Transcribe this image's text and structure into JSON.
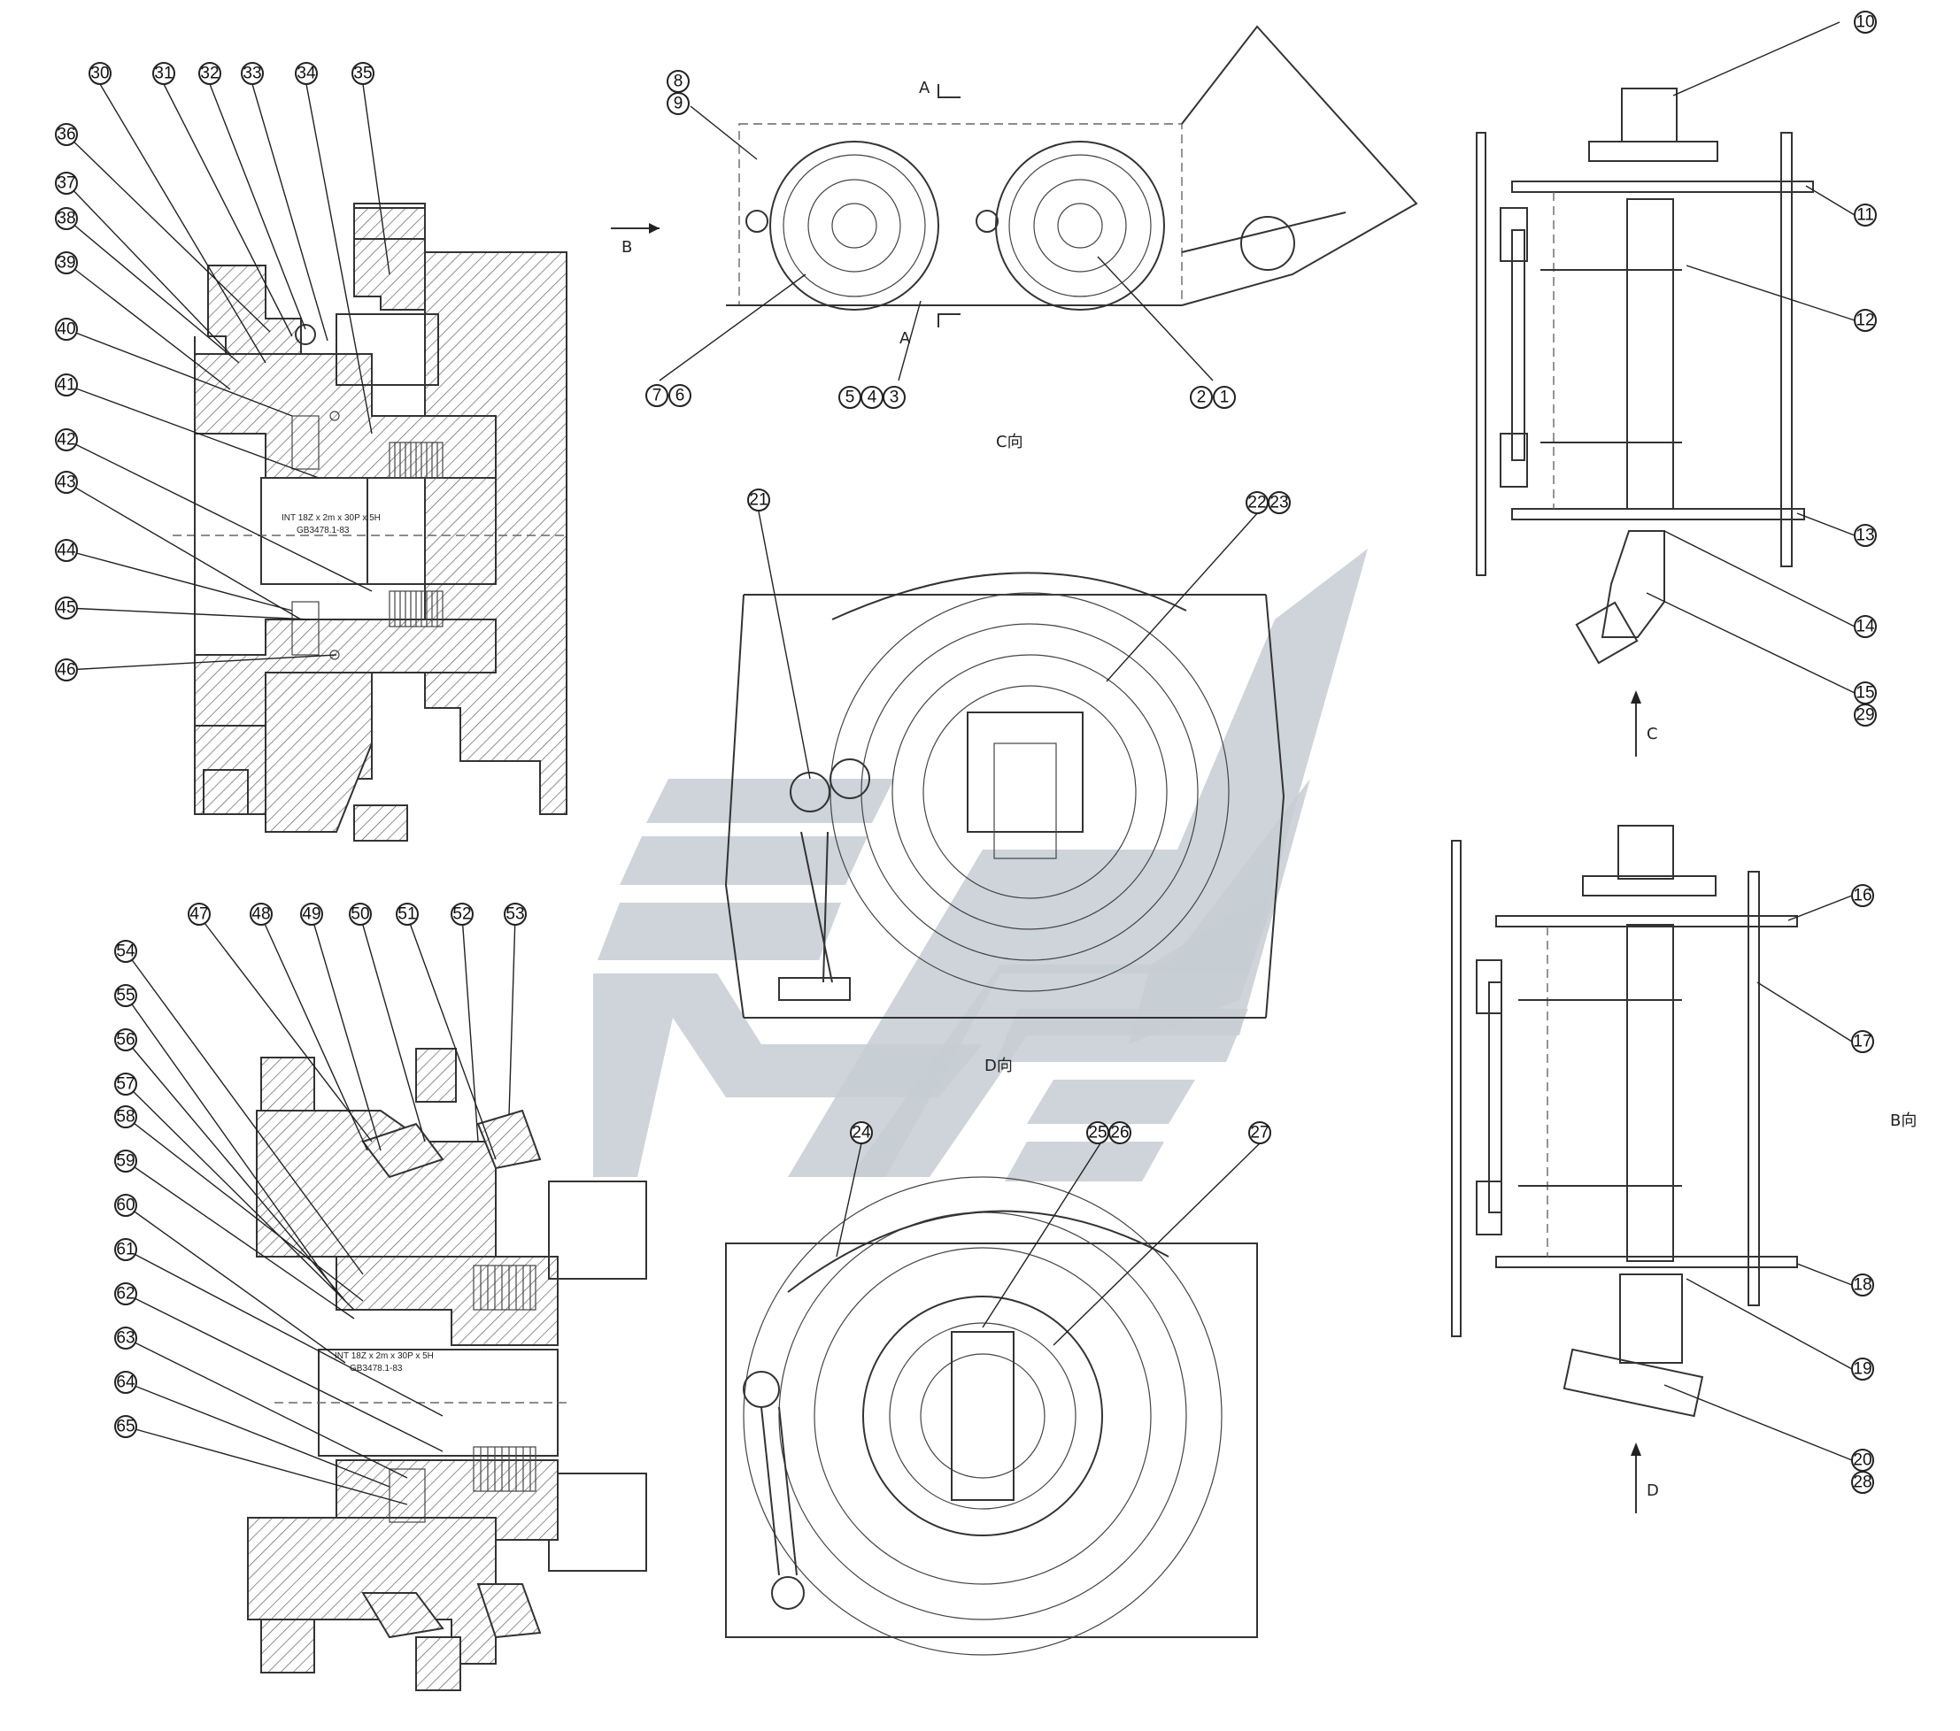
{
  "view_labels": {
    "c_view": "C向",
    "d_view": "D向",
    "b_view": "B向"
  },
  "arrow_letters": {
    "a_top": "A",
    "a_bottom": "A",
    "b": "B",
    "c": "C",
    "d": "D"
  },
  "spec_notes": {
    "upper_line1": "INT 18Z x 2m x 30P x 5H",
    "upper_line2": "GB3478.1-83",
    "lower_line1": "INT 18Z x 2m x 30P x 5H",
    "lower_line2": "GB3478.1-83"
  },
  "balloons": {
    "b1": "1",
    "b2": "2",
    "b3": "3",
    "b4": "4",
    "b5": "5",
    "b6": "6",
    "b7": "7",
    "b8": "8",
    "b9": "9",
    "b10": "10",
    "b11": "11",
    "b12": "12",
    "b13": "13",
    "b14": "14",
    "b15": "15",
    "b16": "16",
    "b17": "17",
    "b18": "18",
    "b19": "19",
    "b20": "20",
    "b21": "21",
    "b22": "22",
    "b23": "23",
    "b24": "24",
    "b25": "25",
    "b26": "26",
    "b27": "27",
    "b28": "28",
    "b29": "29",
    "b30": "30",
    "b31": "31",
    "b32": "32",
    "b33": "33",
    "b34": "34",
    "b35": "35",
    "b36": "36",
    "b37": "37",
    "b38": "38",
    "b39": "39",
    "b40": "40",
    "b41": "41",
    "b42": "42",
    "b43": "43",
    "b44": "44",
    "b45": "45",
    "b46": "46",
    "b47": "47",
    "b48": "48",
    "b49": "49",
    "b50": "50",
    "b51": "51",
    "b52": "52",
    "b53": "53",
    "b54": "54",
    "b55": "55",
    "b56": "56",
    "b57": "57",
    "b58": "58",
    "b59": "59",
    "b60": "60",
    "b61": "61",
    "b62": "62",
    "b63": "63",
    "b64": "64",
    "b65": "65"
  }
}
